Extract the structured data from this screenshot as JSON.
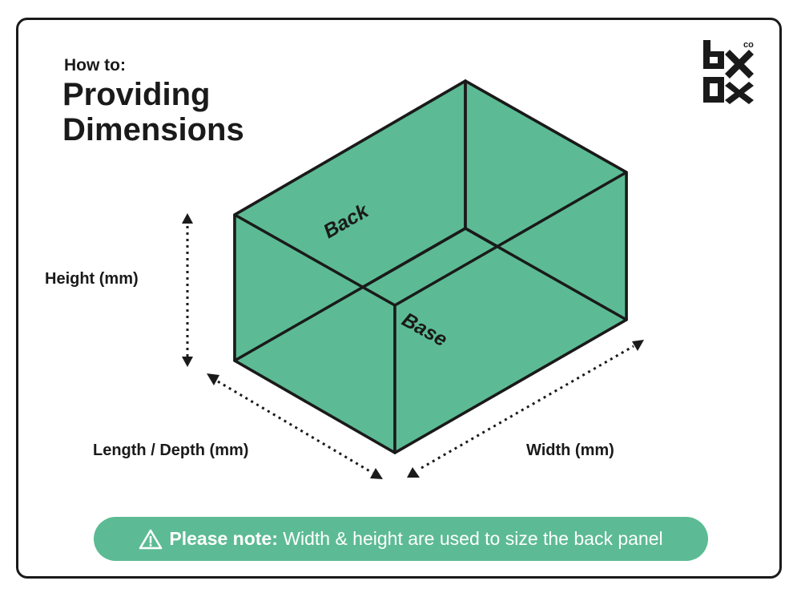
{
  "header": {
    "kicker": "How to:",
    "title": "Providing Dimensions"
  },
  "logo": {
    "text": "box co",
    "icon": "box-co-logo"
  },
  "diagram": {
    "face_labels": {
      "back": "Back",
      "base": "Base"
    },
    "dimension_labels": {
      "height": "Height (mm)",
      "length_depth": "Length / Depth (mm)",
      "width": "Width (mm)"
    },
    "colors": {
      "fill": "#5cbb94",
      "stroke": "#1a1a1a"
    }
  },
  "note": {
    "icon": "warning-triangle-icon",
    "bold": "Please note:",
    "text": "Width & height are used to size the back panel"
  }
}
